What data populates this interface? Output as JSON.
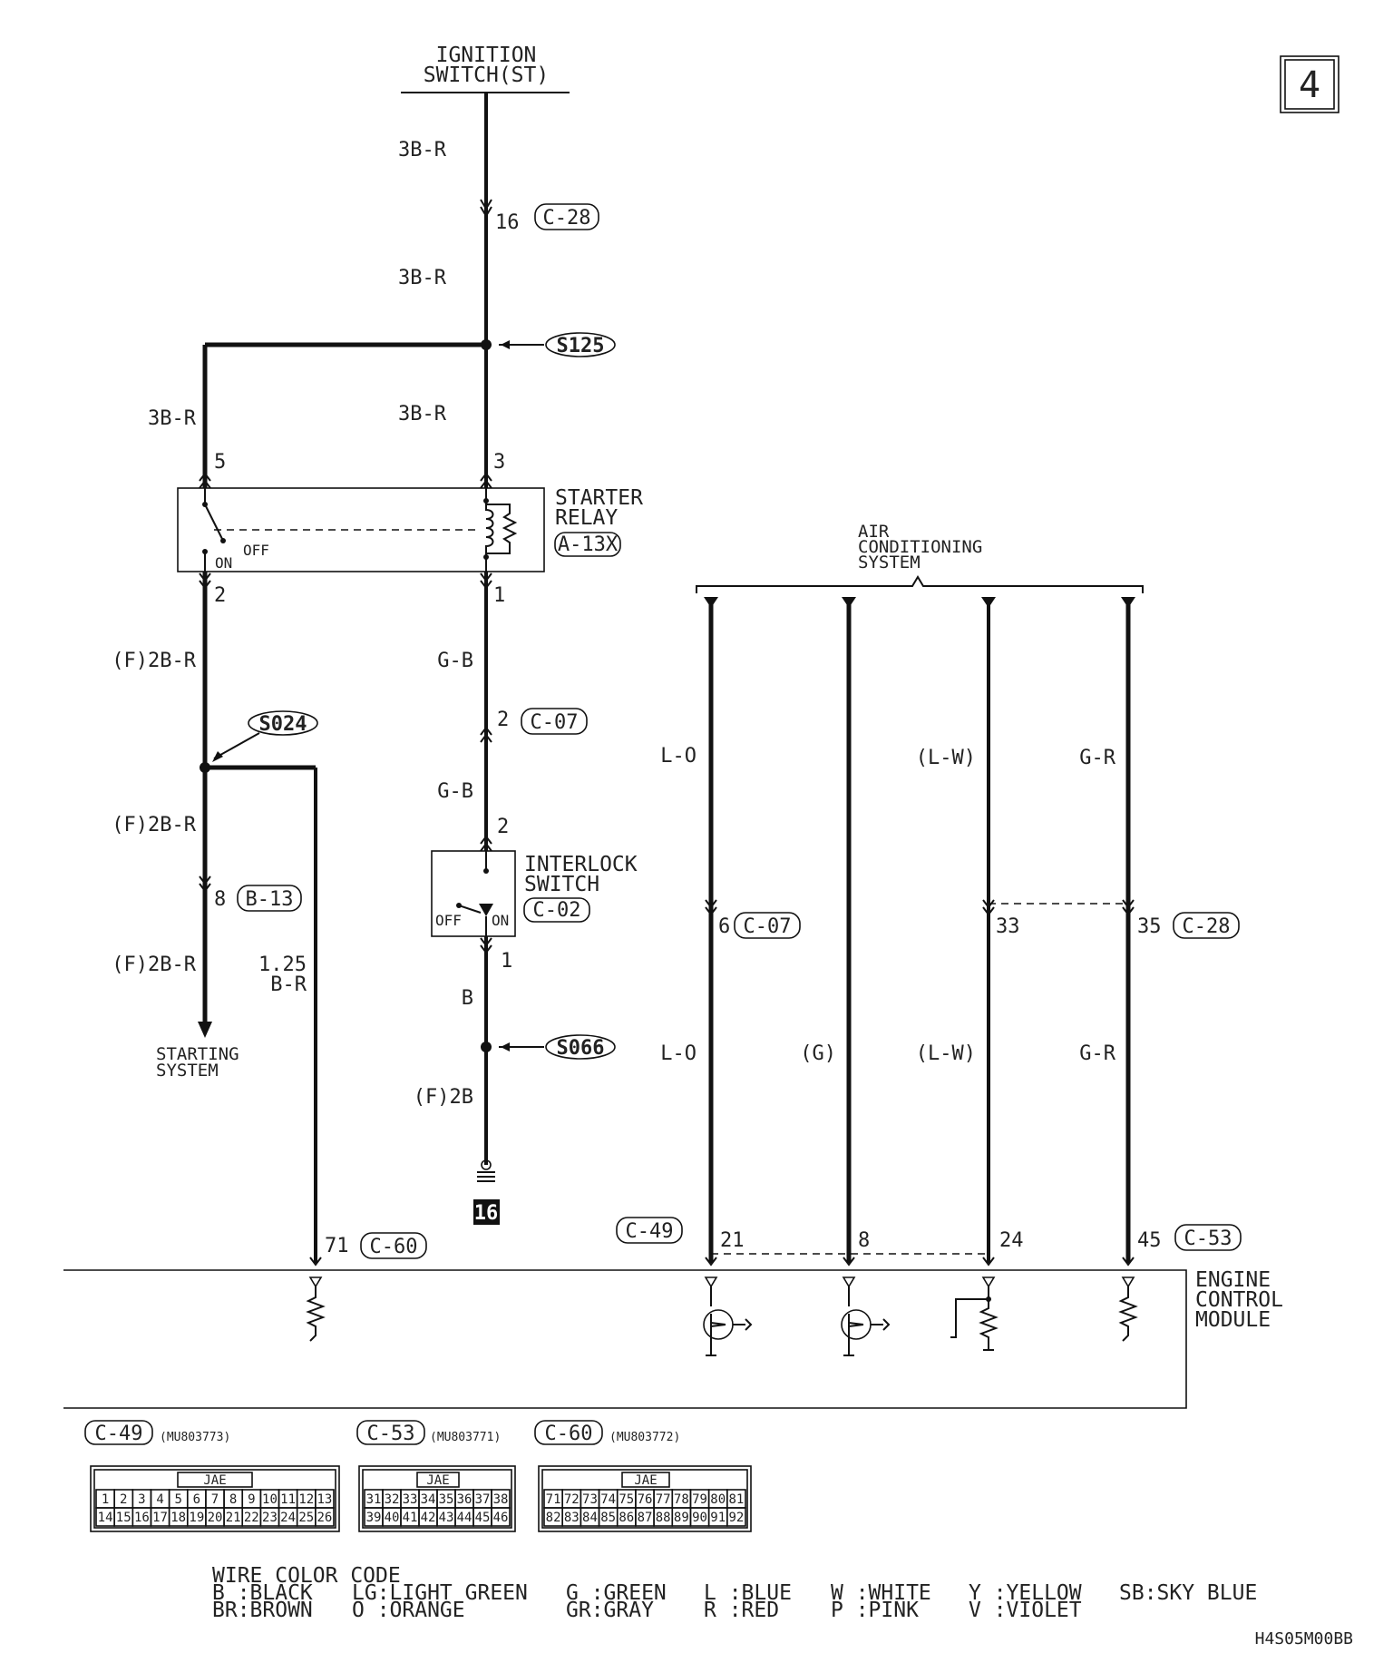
{
  "page_number": "4",
  "diagram_code": "H4S05M00BB",
  "ignition": {
    "line1": "IGNITION",
    "line2": "SWITCH(ST)"
  },
  "wire_labels": {
    "top1": "3B-R",
    "top2": "3B-R",
    "left_relay": "3B-R",
    "mid_relay": "3B-R",
    "left_f1": "(F)2B-R",
    "left_f2": "(F)2B-R",
    "left_f3": "(F)2B-R",
    "gb1": "G-B",
    "gb2": "G-B",
    "b": "B",
    "f2b": "(F)2B",
    "b125a": "1.25",
    "b125b": "B-R",
    "lo1": "L-O",
    "lo2": "L-O",
    "g2": "(G)",
    "lw1": "(L-W)",
    "lw2": "(L-W)",
    "gr1": "G-R",
    "gr2": "G-R"
  },
  "pins": {
    "p16": "16",
    "p5": "5",
    "p3": "3",
    "p2": "2",
    "p1": "1",
    "p2b": "2",
    "p2c": "2",
    "p1b": "1",
    "p8": "8",
    "p6": "6",
    "p33": "33",
    "p35": "35",
    "p71": "71",
    "p21": "21",
    "p8b": "8",
    "p24": "24",
    "p45": "45"
  },
  "connectors": {
    "c28a": "C-28",
    "a13x": "A-13X",
    "c07a": "C-07",
    "c02": "C-02",
    "b13": "B-13",
    "c07b": "C-07",
    "c28b": "C-28",
    "c60": "C-60",
    "c49": "C-49",
    "c53": "C-53"
  },
  "splices": {
    "s125": "S125",
    "s024": "S024",
    "s066": "S066"
  },
  "starter_relay": {
    "line1": "STARTER",
    "line2": "RELAY",
    "off": "OFF",
    "on": "ON"
  },
  "interlock": {
    "line1": "INTERLOCK",
    "line2": "SWITCH",
    "off": "OFF",
    "on": "ON"
  },
  "starting_system": {
    "line1": "STARTING",
    "line2": "SYSTEM"
  },
  "air_conditioning": {
    "line1": "AIR",
    "line2": "CONDITIONING",
    "line3": "SYSTEM"
  },
  "ecm": {
    "line1": "ENGINE",
    "line2": "CONTROL",
    "line3": "MODULE"
  },
  "ground_ref": "16",
  "connector_tables": [
    {
      "name": "C-49",
      "part": "(MU803773)",
      "maker": "JAE",
      "row1": [
        "1",
        "2",
        "3",
        "4",
        "5",
        "6",
        "7",
        "8",
        "9",
        "10",
        "11",
        "12",
        "13"
      ],
      "row2": [
        "14",
        "15",
        "16",
        "17",
        "18",
        "19",
        "20",
        "21",
        "22",
        "23",
        "24",
        "25",
        "26"
      ]
    },
    {
      "name": "C-53",
      "part": "(MU803771)",
      "maker": "JAE",
      "row1": [
        "31",
        "32",
        "33",
        "34",
        "35",
        "36",
        "37",
        "38"
      ],
      "row2": [
        "39",
        "40",
        "41",
        "42",
        "43",
        "44",
        "45",
        "46"
      ]
    },
    {
      "name": "C-60",
      "part": "(MU803772)",
      "maker": "JAE",
      "row1": [
        "71",
        "72",
        "73",
        "74",
        "75",
        "76",
        "77",
        "78",
        "79",
        "80",
        "81"
      ],
      "row2": [
        "82",
        "83",
        "84",
        "85",
        "86",
        "87",
        "88",
        "89",
        "90",
        "91",
        "92"
      ]
    }
  ],
  "wire_color_code": {
    "title": "WIRE COLOR CODE",
    "row1": [
      "B :BLACK",
      "LG:LIGHT GREEN",
      "G :GREEN",
      "L :BLUE",
      "W :WHITE",
      "Y :YELLOW",
      "SB:SKY BLUE"
    ],
    "row2": [
      "BR:BROWN",
      "O :ORANGE",
      "GR:GRAY",
      "R :RED",
      "P :PINK",
      "V :VIOLET"
    ]
  }
}
